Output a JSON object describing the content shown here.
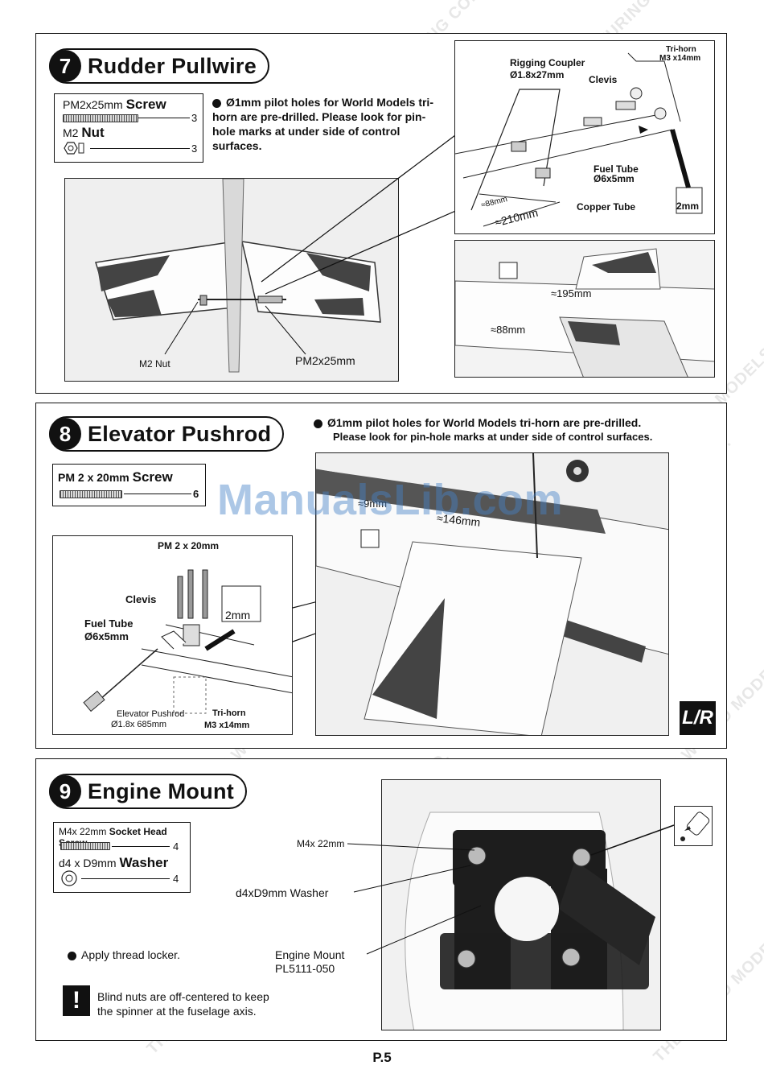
{
  "watermark": "THE WORLD MODELS MANUFACTURING CO.,LTD.",
  "overlay_watermark": "ManualsLib.com",
  "page_number": "P.5",
  "step7": {
    "number": "7",
    "title": "Rudder Pullwire",
    "parts": [
      {
        "prefix": "PM2x25mm",
        "name": "Screw",
        "qty": "3"
      },
      {
        "prefix": "M2",
        "name": "Nut",
        "qty": "3"
      }
    ],
    "note": "Ø1mm pilot holes for World Models tri-horn are pre-drilled. Please look for pin-hole marks at under side of control surfaces.",
    "photo_labels": {
      "nut": "M2 Nut",
      "screw": "PM2x25mm"
    },
    "diagram_labels": {
      "rigging_coupler": "Rigging Coupler",
      "rigging_coupler_size": "Ø1.8x27mm",
      "clevis": "Clevis",
      "trihorn": "Tri-horn",
      "trihorn_size": "M3 x14mm",
      "fuel_tube": "Fuel Tube",
      "fuel_tube_size": "Ø6x5mm",
      "copper_tube": "Copper Tube",
      "dim_88": "≈88mm",
      "dim_210": "≈210mm",
      "drill": "2mm"
    },
    "fuselage_labels": {
      "dim_195": "≈195mm",
      "dim_88": "≈88mm"
    }
  },
  "step8": {
    "number": "8",
    "title": "Elevator Pushrod",
    "parts": [
      {
        "prefix": "PM 2 x 20mm",
        "name": "Screw",
        "qty": "6"
      }
    ],
    "note_line1": "Ø1mm pilot holes for World Models tri-horn are pre-drilled.",
    "note_line2": "Please look for pin-hole marks at under side of control surfaces.",
    "diagram_labels": {
      "screw": "PM 2 x 20mm",
      "clevis": "Clevis",
      "fuel_tube": "Fuel Tube",
      "fuel_tube_size": "Ø6x5mm",
      "drill": "2mm",
      "pushrod": "Elevator Pushrod",
      "pushrod_size": "Ø1.8x 685mm",
      "trihorn": "Tri-horn",
      "trihorn_size": "M3 x14mm"
    },
    "photo_labels": {
      "dim_9": "≈9mm",
      "dim_146": "≈146mm"
    },
    "badge": "L/R"
  },
  "step9": {
    "number": "9",
    "title": "Engine Mount",
    "parts": [
      {
        "prefix": "M4x 22mm",
        "name": "Socket Head Screw",
        "qty": "4"
      },
      {
        "prefix": "d4 x D9mm",
        "name": "Washer",
        "qty": "4"
      }
    ],
    "callouts": {
      "screw": "M4x 22mm",
      "washer": "d4xD9mm Washer",
      "mount": "Engine Mount",
      "mount_part": "PL5111-050"
    },
    "note1": "Apply thread locker.",
    "note2_line1": "Blind nuts are off-centered to keep",
    "note2_line2": "the spinner at the fuselage axis.",
    "warning_symbol": "!"
  }
}
